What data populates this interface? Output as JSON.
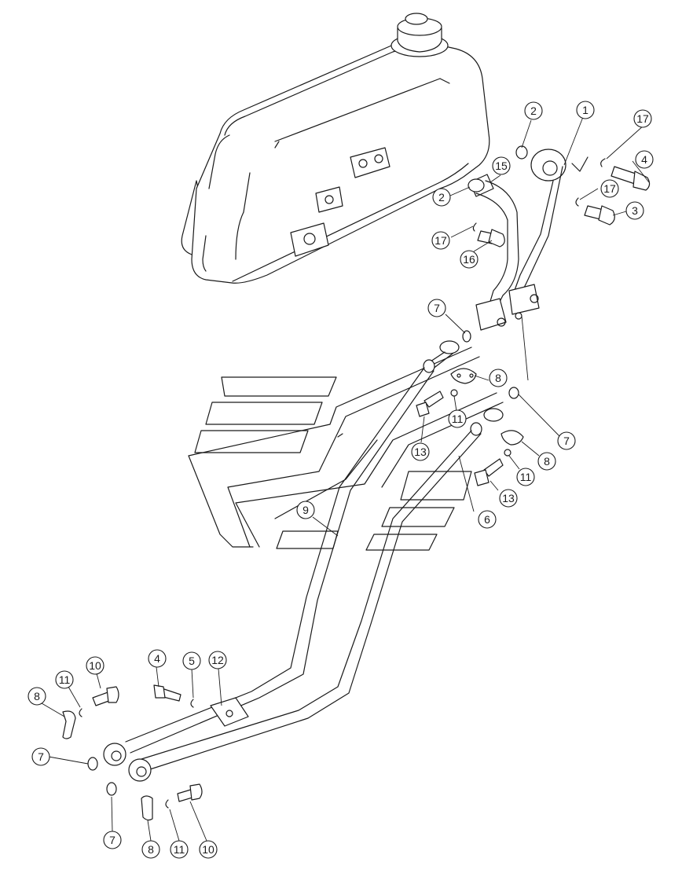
{
  "diagram": {
    "type": "exploded parts diagram",
    "callouts": [
      {
        "id": "c1",
        "label": "1"
      },
      {
        "id": "c2a",
        "label": "2"
      },
      {
        "id": "c2b",
        "label": "2"
      },
      {
        "id": "c3",
        "label": "3"
      },
      {
        "id": "c4a",
        "label": "4"
      },
      {
        "id": "c4b",
        "label": "4"
      },
      {
        "id": "c5",
        "label": "5"
      },
      {
        "id": "c6",
        "label": "6"
      },
      {
        "id": "c7a",
        "label": "7"
      },
      {
        "id": "c7b",
        "label": "7"
      },
      {
        "id": "c7c",
        "label": "7"
      },
      {
        "id": "c7d",
        "label": "7"
      },
      {
        "id": "c8a",
        "label": "8"
      },
      {
        "id": "c8b",
        "label": "8"
      },
      {
        "id": "c8c",
        "label": "8"
      },
      {
        "id": "c8d",
        "label": "8"
      },
      {
        "id": "c9",
        "label": "9"
      },
      {
        "id": "c10a",
        "label": "10"
      },
      {
        "id": "c10b",
        "label": "10"
      },
      {
        "id": "c11a",
        "label": "11"
      },
      {
        "id": "c11b",
        "label": "11"
      },
      {
        "id": "c11c",
        "label": "11"
      },
      {
        "id": "c11d",
        "label": "11"
      },
      {
        "id": "c12",
        "label": "12"
      },
      {
        "id": "c13a",
        "label": "13"
      },
      {
        "id": "c13b",
        "label": "13"
      },
      {
        "id": "c15",
        "label": "15"
      },
      {
        "id": "c16",
        "label": "16"
      },
      {
        "id": "c17a",
        "label": "17"
      },
      {
        "id": "c17b",
        "label": "17"
      },
      {
        "id": "c17c",
        "label": "17"
      }
    ],
    "colors": {
      "line": "#1a1a1a",
      "background": "#ffffff"
    }
  }
}
